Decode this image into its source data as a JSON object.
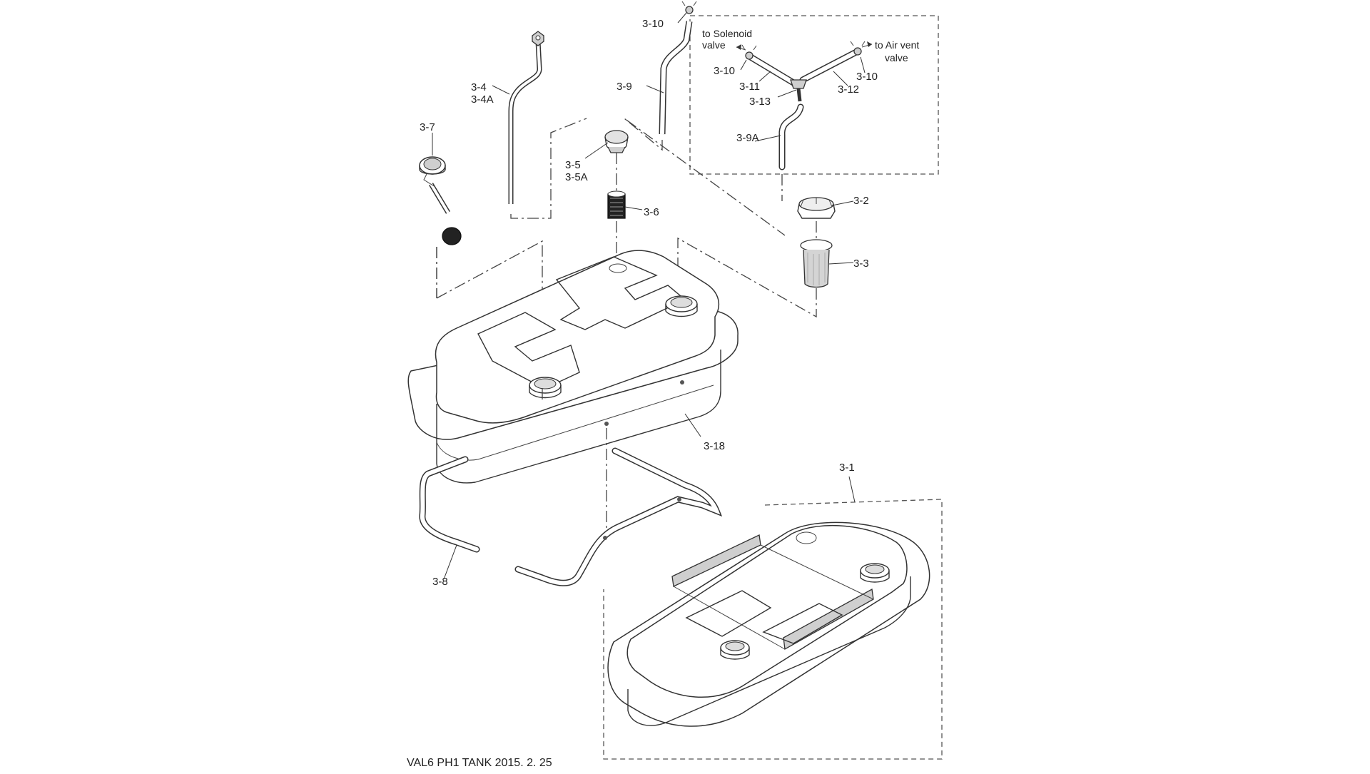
{
  "diagram": {
    "caption": "VAL6 PH1 TANK 2015. 2. 25",
    "part_labels": {
      "p3_1": "3-1",
      "p3_2": "3-2",
      "p3_3": "3-3",
      "p3_4": "3-4",
      "p3_4a": "3-4A",
      "p3_5": "3-5",
      "p3_5a": "3-5A",
      "p3_6": "3-6",
      "p3_7": "3-7",
      "p3_8": "3-8",
      "p3_9": "3-9",
      "p3_9a": "3-9A",
      "p3_10_top": "3-10",
      "p3_10_left": "3-10",
      "p3_10_right": "3-10",
      "p3_11": "3-11",
      "p3_12": "3-12",
      "p3_13": "3-13",
      "p3_18": "3-18"
    },
    "notes": {
      "solenoid_line1": "to Solenoid",
      "solenoid_line2": "valve",
      "airvent_line1": "to Air vent",
      "airvent_line2": "valve"
    }
  }
}
